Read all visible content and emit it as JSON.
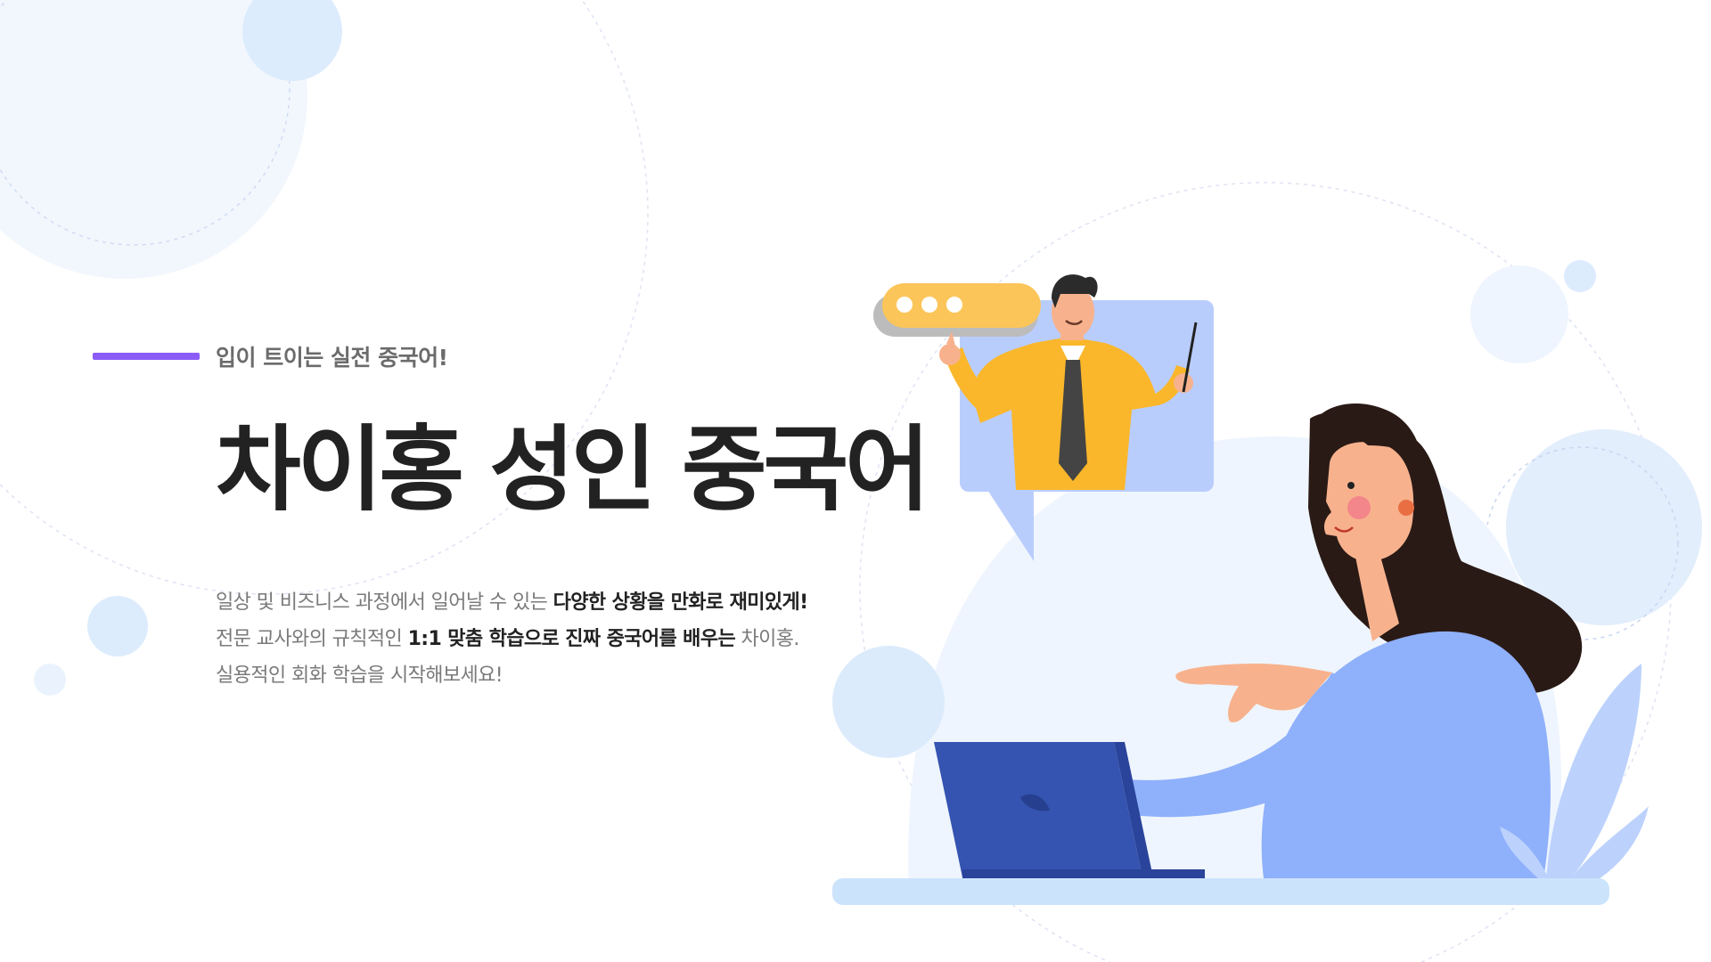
{
  "hero": {
    "eyebrow": "입이 트이는 실전 중국어!",
    "title": "차이홍 성인 중국어",
    "lines": [
      [
        {
          "text": "일상 및 비즈니스 과정에서 일어날 수 있는 ",
          "strong": false
        },
        {
          "text": "다양한 상황을 만화로 재미있게!",
          "strong": true
        }
      ],
      [
        {
          "text": "전문 교사와의 규칙적인 ",
          "strong": false
        },
        {
          "text": "1:1 맞춤 학습으로 진짜 중국어를 배우는",
          "strong": true
        },
        {
          "text": " 차이홍.",
          "strong": false
        }
      ],
      [
        {
          "text": "실용적인 회화 학습을 시작해보세요!",
          "strong": false
        }
      ]
    ]
  },
  "colors": {
    "accent_bar": "#8b5cf6",
    "title": "#222222",
    "muted_text": "#7a7a7a",
    "bubble_yellow": "#fcc559",
    "screen_blue": "#b9cdfd",
    "laptop_blue": "#3553b0",
    "sweater_blue": "#8fb0fb"
  },
  "icons": {
    "chat_bubble": "speech-bubble-dots-icon"
  }
}
